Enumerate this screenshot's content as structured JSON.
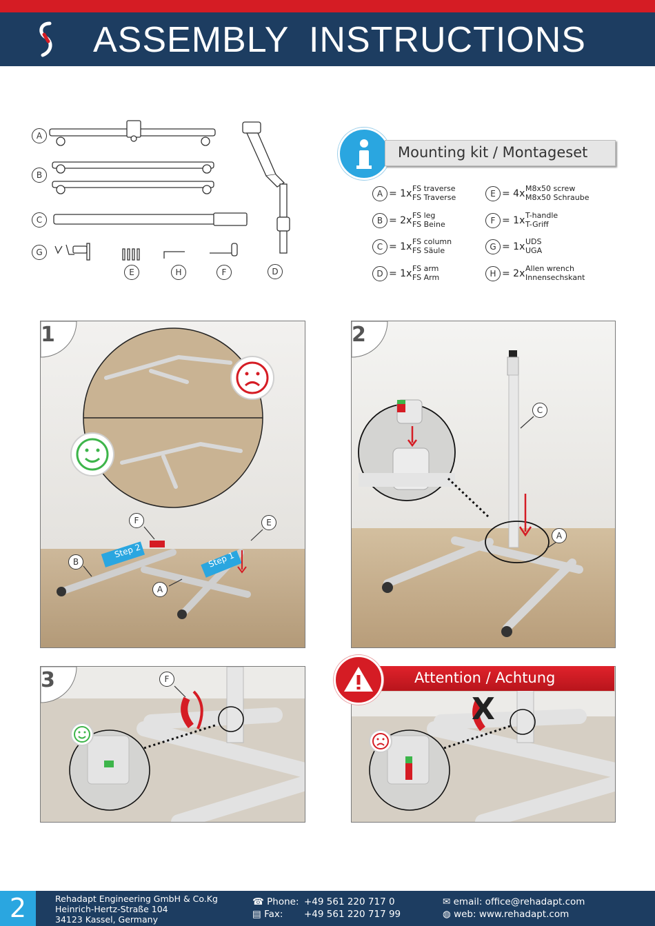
{
  "header": {
    "title": "ASSEMBLY INSTRUCTIONS"
  },
  "parts_labels": {
    "a": "A",
    "b": "B",
    "c": "C",
    "d": "D",
    "e": "E",
    "f": "F",
    "g": "G",
    "h": "H"
  },
  "kit": {
    "title": "Mounting kit / Montageset",
    "items": [
      {
        "letter": "A",
        "qty": "= 1x",
        "name_en": "FS traverse",
        "name_de": "FS Traverse"
      },
      {
        "letter": "B",
        "qty": "= 2x",
        "name_en": "FS leg",
        "name_de": "FS Beine"
      },
      {
        "letter": "C",
        "qty": "= 1x",
        "name_en": "FS column",
        "name_de": "FS Säule"
      },
      {
        "letter": "D",
        "qty": "= 1x",
        "name_en": "FS arm",
        "name_de": "FS Arm"
      },
      {
        "letter": "E",
        "qty": "= 4x",
        "name_en": "M8x50 screw",
        "name_de": "M8x50 Schraube"
      },
      {
        "letter": "F",
        "qty": "= 1x",
        "name_en": "T-handle",
        "name_de": "T-Griff"
      },
      {
        "letter": "G",
        "qty": "= 1x",
        "name_en": "UDS",
        "name_de": "UGA"
      },
      {
        "letter": "H",
        "qty": "= 2x",
        "name_en": "Allen wrench",
        "name_de": "Innensechskant"
      }
    ]
  },
  "steps": {
    "step1": {
      "number": "1",
      "tag1": "Step 1",
      "tag2": "Step 2",
      "labels": {
        "a": "A",
        "b": "B",
        "e": "E",
        "f": "F"
      }
    },
    "step2": {
      "number": "2",
      "labels": {
        "a": "A",
        "c": "C"
      }
    },
    "step3": {
      "number": "3",
      "labels": {
        "f": "F"
      }
    },
    "attention": {
      "title": "Attention / Achtung",
      "mark": "X"
    }
  },
  "colors": {
    "brand_navy": "#1d3d61",
    "brand_red": "#d51c24",
    "accent_blue": "#2aa6e0",
    "ok_green": "#3db54a"
  },
  "footer": {
    "page": "2",
    "company": "Rehadapt Engineering GmbH & Co.Kg",
    "street": "Heinrich-Hertz-Straße 104",
    "city": "34123 Kassel, Germany",
    "phone_label": "Phone:",
    "phone": "+49 561 220 717 0",
    "fax_label": "Fax:",
    "fax": "+49 561 220 717 99",
    "email": "email: office@rehadapt.com",
    "web": "web: www.rehadapt.com"
  }
}
